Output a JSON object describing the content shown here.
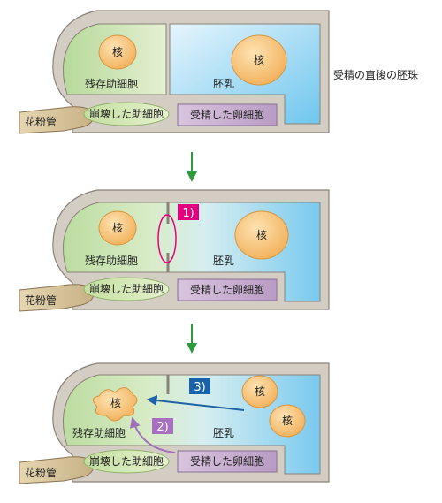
{
  "caption": "受精の直後の胚珠",
  "labels": {
    "nucleus": "核",
    "persistent_synergid": "残存助細胞",
    "endosperm": "胚乳",
    "collapsed_synergid": "崩壊した助細胞",
    "fertilized_egg": "受精した卵細胞",
    "pollen_tube": "花粉管"
  },
  "markers": {
    "step1": "1)",
    "step2": "2)",
    "step3": "3)"
  },
  "colors": {
    "outer_wall": "#d3cdc4",
    "wall_stroke": "#8a8278",
    "synergid_green": "#c4e0a8",
    "endosperm_blue": "#8fd0f2",
    "nucleus_orange": "#f7c77c",
    "egg_purple": "#cbb2d3",
    "pollen_tube": "#cbb48a",
    "arrow_green": "#2e9a3c",
    "marker1": "#e3007f",
    "marker2": "#a66fbf",
    "marker3": "#1a62a8",
    "arrow3": "#1f63a5",
    "arrow2": "#a070b8"
  }
}
